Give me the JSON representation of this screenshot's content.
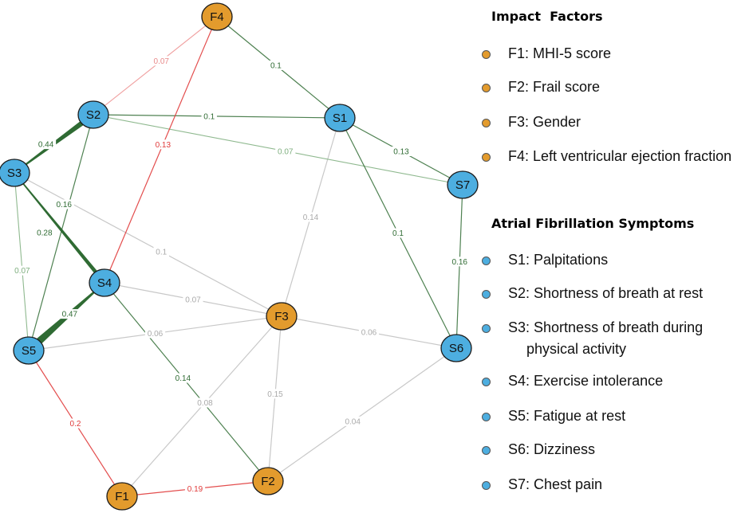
{
  "colors": {
    "factor": "#E39B2D",
    "symptom": "#4DAEE0",
    "pos_edge": "#2F6B33",
    "neg_edge": "#E03A3A",
    "weak_edge": "#C8C8C8",
    "weak_label": "#AAAAAA"
  },
  "nodes": [
    {
      "id": "F4",
      "label": "F4",
      "group": "factor"
    },
    {
      "id": "S2",
      "label": "S2",
      "group": "symptom"
    },
    {
      "id": "S1",
      "label": "S1",
      "group": "symptom"
    },
    {
      "id": "S3",
      "label": "S3",
      "group": "symptom"
    },
    {
      "id": "S7",
      "label": "S7",
      "group": "symptom"
    },
    {
      "id": "S4",
      "label": "S4",
      "group": "symptom"
    },
    {
      "id": "F3",
      "label": "F3",
      "group": "factor"
    },
    {
      "id": "S5",
      "label": "S5",
      "group": "symptom"
    },
    {
      "id": "S6",
      "label": "S6",
      "group": "symptom"
    },
    {
      "id": "F2",
      "label": "F2",
      "group": "factor"
    },
    {
      "id": "F1",
      "label": "F1",
      "group": "factor"
    }
  ],
  "edges": [
    {
      "from": "S3",
      "to": "S5",
      "weight": "0.07",
      "type": "pos_faint"
    },
    {
      "from": "S3",
      "to": "F3",
      "weight": "0.1",
      "type": "weak"
    },
    {
      "from": "S4",
      "to": "F3",
      "weight": "0.07",
      "type": "weak"
    },
    {
      "from": "S5",
      "to": "F3",
      "weight": "0.06",
      "type": "weak"
    },
    {
      "from": "F3",
      "to": "S6",
      "weight": "0.06",
      "type": "weak"
    },
    {
      "from": "F1",
      "to": "F3",
      "weight": "0.08",
      "type": "weak"
    },
    {
      "from": "F3",
      "to": "F2",
      "weight": "0.15",
      "type": "weak"
    },
    {
      "from": "F2",
      "to": "S6",
      "weight": "0.04",
      "type": "weak"
    },
    {
      "from": "S1",
      "to": "F3",
      "weight": "0.14",
      "type": "weak"
    },
    {
      "from": "F4",
      "to": "S2",
      "weight": "0.07",
      "type": "neg_faint"
    },
    {
      "from": "F4",
      "to": "S1",
      "weight": "0.1",
      "type": "pos"
    },
    {
      "from": "S2",
      "to": "S1",
      "weight": "0.1",
      "type": "pos"
    },
    {
      "from": "S2",
      "to": "S7",
      "weight": "0.07",
      "type": "pos_faint"
    },
    {
      "from": "S1",
      "to": "S7",
      "weight": "0.13",
      "type": "pos"
    },
    {
      "from": "S1",
      "to": "S6",
      "weight": "0.1",
      "type": "pos"
    },
    {
      "from": "S7",
      "to": "S6",
      "weight": "0.16",
      "type": "pos"
    },
    {
      "from": "S2",
      "to": "S5",
      "weight": "0.16",
      "type": "pos"
    },
    {
      "from": "S4",
      "to": "F2",
      "weight": "0.14",
      "type": "pos"
    },
    {
      "from": "F4",
      "to": "S4",
      "weight": "0.13",
      "type": "neg"
    },
    {
      "from": "S5",
      "to": "F1",
      "weight": "0.2",
      "type": "neg"
    },
    {
      "from": "F1",
      "to": "F2",
      "weight": "0.19",
      "type": "neg"
    },
    {
      "from": "S3",
      "to": "S4",
      "weight": "0.28",
      "type": "pos_thick"
    },
    {
      "from": "S2",
      "to": "S3",
      "weight": "0.44",
      "type": "pos_thick"
    },
    {
      "from": "S4",
      "to": "S5",
      "weight": "0.47",
      "type": "pos_thick"
    }
  ],
  "legend": {
    "factors_title": "Impact  Factors",
    "factors": [
      {
        "text": "F1: MHI-5 score",
        "group": "factor"
      },
      {
        "text": "F2: Frail score",
        "group": "factor"
      },
      {
        "text": "F3: Gender",
        "group": "factor"
      },
      {
        "text": "F4: Left ventricular ejection fraction",
        "group": "factor"
      }
    ],
    "symptoms_title": "Atrial Fibrillation Symptoms",
    "symptoms": [
      {
        "text": "S1: Palpitations",
        "text2": "",
        "group": "symptom"
      },
      {
        "text": "S2: Shortness of breath at rest",
        "text2": "",
        "group": "symptom"
      },
      {
        "text": "S3: Shortness of breath during",
        "text2": "physical activity",
        "group": "symptom"
      },
      {
        "text": "S4: Exercise intolerance",
        "text2": "",
        "group": "symptom"
      },
      {
        "text": "S5: Fatigue at rest",
        "text2": "",
        "group": "symptom"
      },
      {
        "text": "S6: Dizziness",
        "text2": "",
        "group": "symptom"
      },
      {
        "text": "S7: Chest pain",
        "text2": "",
        "group": "symptom"
      }
    ]
  }
}
